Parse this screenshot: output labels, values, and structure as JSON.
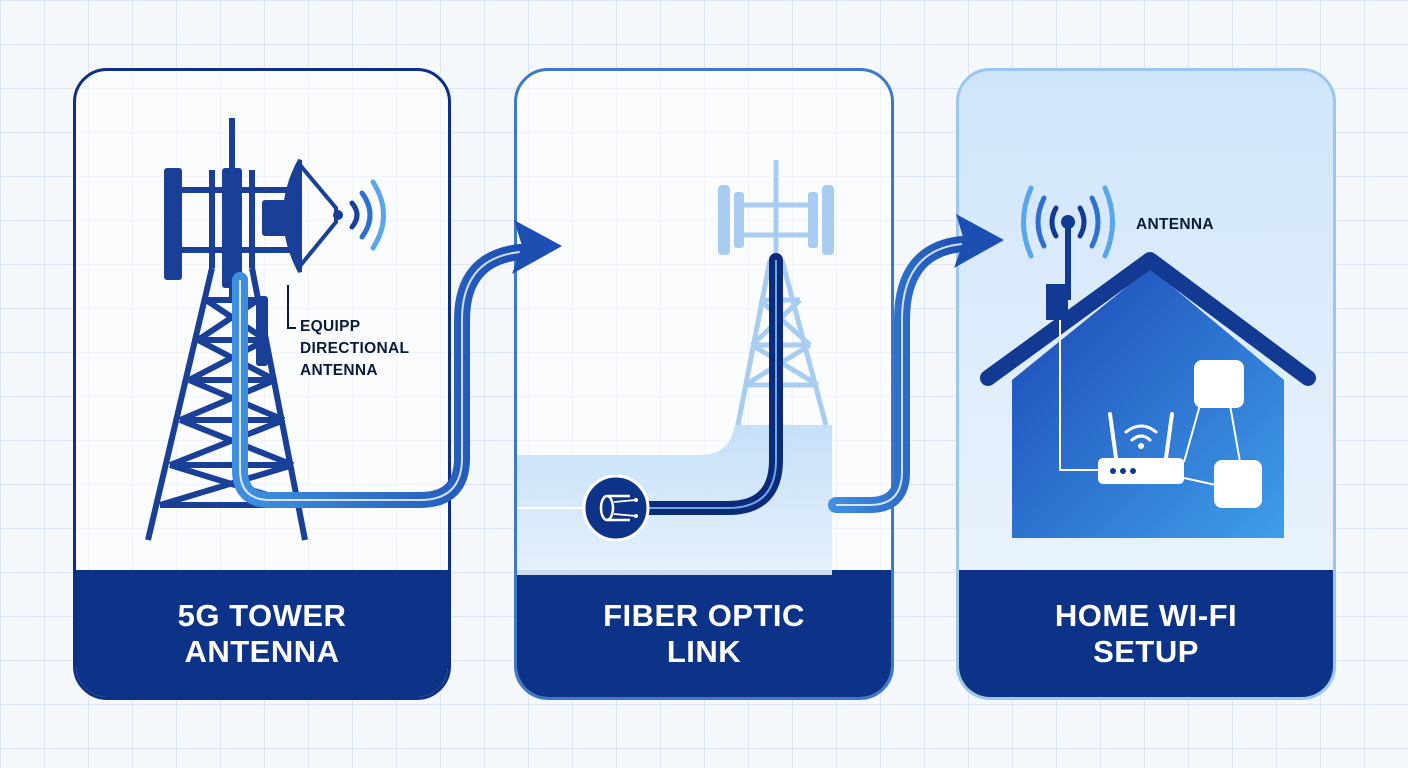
{
  "panels": [
    {
      "id": "tower",
      "title_line1": "5G TOWER",
      "title_line2": "ANTENNA",
      "callout": [
        "EQUIPP",
        "DIRECTIONAL",
        "ANTENNA"
      ]
    },
    {
      "id": "fiber",
      "title_line1": "FIBER OPTIC",
      "title_line2": "LINK"
    },
    {
      "id": "home",
      "title_line1": "HOME WI-FI",
      "title_line2": "SETUP",
      "callout": [
        "ANTENNA"
      ]
    }
  ],
  "colors": {
    "navy": "#0d3389",
    "blue": "#1f5fc0",
    "light_blue": "#9cc6ee",
    "sky": "#4aa3e8"
  }
}
